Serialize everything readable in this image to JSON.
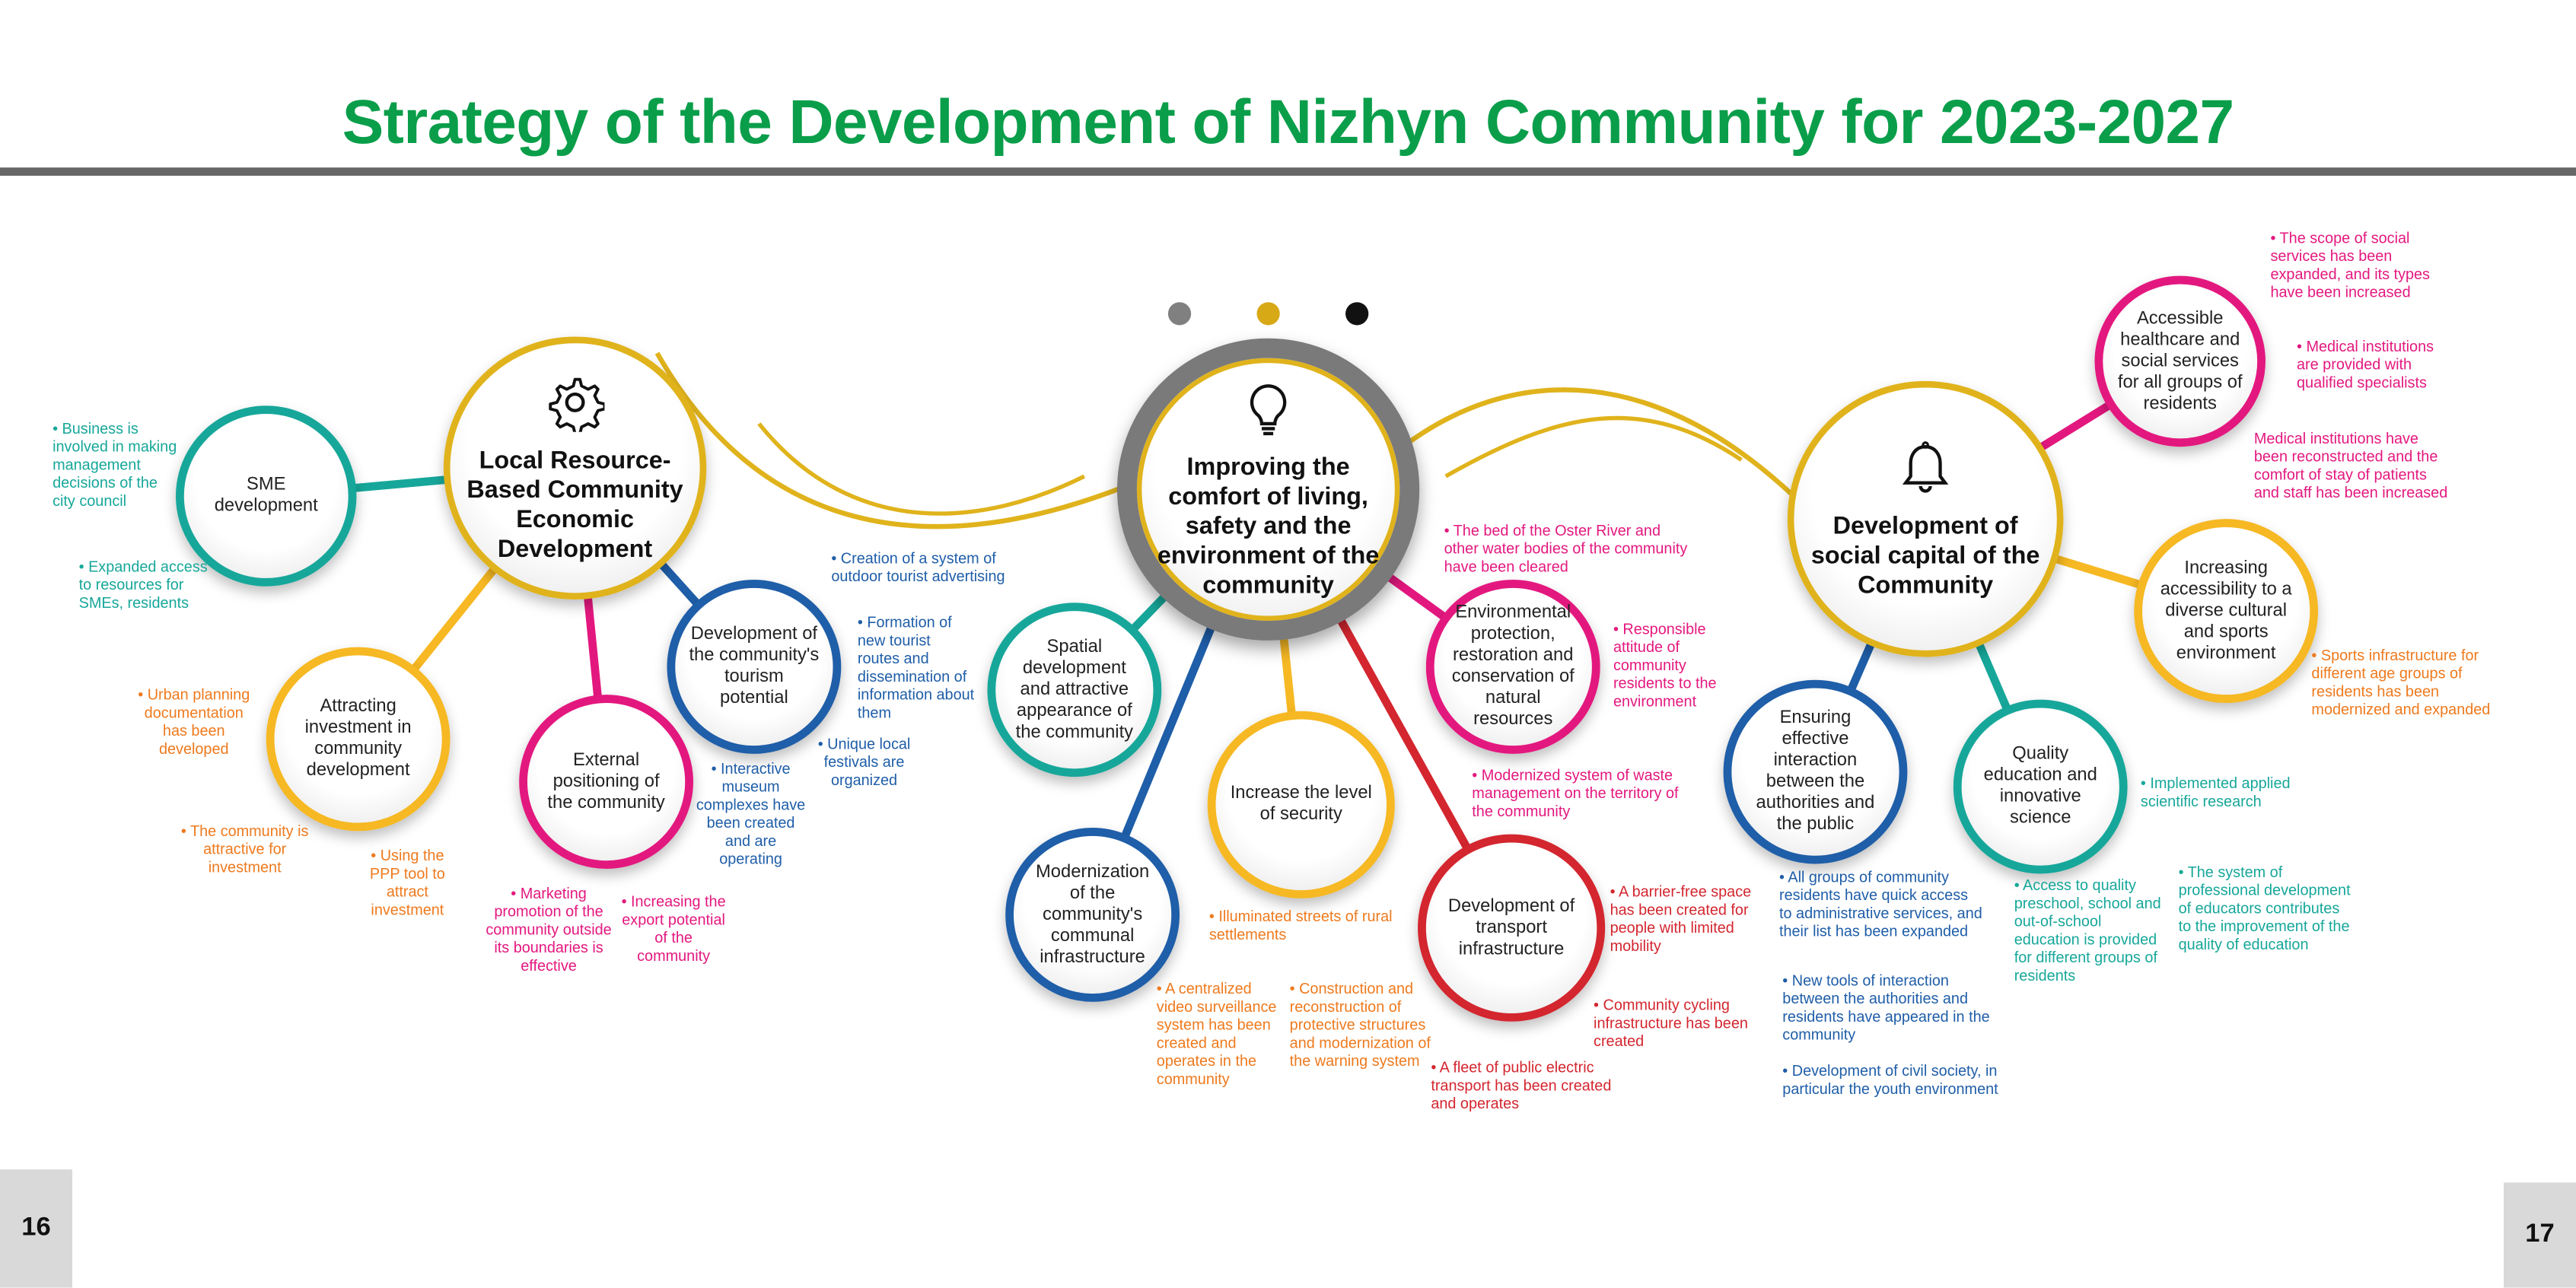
{
  "title": "Strategy of the Development of Nizhyn Community for 2023-2027",
  "page_numbers": {
    "left": "16",
    "right": "17"
  },
  "colors": {
    "teal": "#17a79a",
    "orange": "#ee7a1e",
    "pink": "#e3187f",
    "blue": "#1f5ea8",
    "red": "#d3262f",
    "gold": "#e0b31c",
    "yellow": "#f6b823",
    "green": "#0a9e4a"
  },
  "pillars": [
    {
      "id": "local",
      "icon": "gear-icon",
      "label": "Local Resource-Based Community Economic Development"
    },
    {
      "id": "comfort",
      "icon": "lightbulb-icon",
      "label": "Improving the comfort of living, safety and the environment of the community"
    },
    {
      "id": "social",
      "icon": "bell-icon",
      "label": "Development of social capital of the Community"
    }
  ],
  "goals": [
    {
      "id": "sme",
      "label": "SME development",
      "color": "teal"
    },
    {
      "id": "invest",
      "label": "Attracting investment in community development",
      "color": "yellow"
    },
    {
      "id": "external",
      "label": "External positioning of the community",
      "color": "pink"
    },
    {
      "id": "tourism",
      "label": "Development of the community's tourism potential",
      "color": "blue"
    },
    {
      "id": "spatial",
      "label": "Spatial development and attractive appearance of the community",
      "color": "teal"
    },
    {
      "id": "communal",
      "label": "Modernization of the community's communal infrastructure",
      "color": "blue"
    },
    {
      "id": "security",
      "label": "Increase the level of security",
      "color": "yellow"
    },
    {
      "id": "env",
      "label": "Environmental protection, restoration and conservation of natural resources",
      "color": "pink"
    },
    {
      "id": "transport",
      "label": "Development of transport infrastructure",
      "color": "red"
    },
    {
      "id": "health",
      "label": "Accessible healthcare and social services for all groups of residents",
      "color": "pink"
    },
    {
      "id": "culture",
      "label": "Increasing accessibility to a diverse cultural and sports environment",
      "color": "yellow"
    },
    {
      "id": "education",
      "label": "Quality education and innovative science",
      "color": "teal"
    },
    {
      "id": "interaction",
      "label": "Ensuring effective interaction between the authorities and the public",
      "color": "blue"
    }
  ],
  "notes": [
    {
      "text": "• Business is involved in making management decisions of the city council",
      "color": "teal"
    },
    {
      "text": "• Expanded access to resources for SMEs, residents",
      "color": "teal"
    },
    {
      "text": "• Urban planning documentation has been developed",
      "color": "orange"
    },
    {
      "text": "• The community is attractive for investment",
      "color": "orange"
    },
    {
      "text": "• Using the PPP tool to attract investment",
      "color": "orange"
    },
    {
      "text": "• Marketing promotion of the community outside its boundaries is effective",
      "color": "pink"
    },
    {
      "text": "• Increasing the export potential of the community",
      "color": "pink"
    },
    {
      "text": "• Interactive museum complexes have been created and are operating",
      "color": "blue"
    },
    {
      "text": "• Creation of a system of outdoor tourist advertising",
      "color": "blue"
    },
    {
      "text": "• Formation of new tourist routes and dissemination of information about them",
      "color": "blue"
    },
    {
      "text": "• Unique local festivals are organized",
      "color": "blue"
    },
    {
      "text": "• The bed of the Oster River and other water bodies of the community have been cleared",
      "color": "pink"
    },
    {
      "text": "• Responsible attitude of community residents to the environment",
      "color": "pink"
    },
    {
      "text": "• Modernized system of waste management on the territory of the community",
      "color": "pink"
    },
    {
      "text": "• Illuminated streets of rural settlements",
      "color": "orange"
    },
    {
      "text": "• A centralized video surveillance system has been created and operates in the community",
      "color": "orange"
    },
    {
      "text": "• Construction and reconstruction of protective structures and modernization of the warning system",
      "color": "orange"
    },
    {
      "text": "• A barrier-free space has been created for people with limited mobility",
      "color": "red"
    },
    {
      "text": "• Community cycling infrastructure has been created",
      "color": "red"
    },
    {
      "text": "• A fleet of public electric transport has been created and operates",
      "color": "red"
    },
    {
      "text": "• The scope of social services has been expanded, and its types have been increased",
      "color": "pink"
    },
    {
      "text": "• Medical institutions are provided with qualified specialists",
      "color": "pink"
    },
    {
      "text": "Medical institutions have been reconstructed and the comfort of stay of patients and staff has been increased",
      "color": "pink"
    },
    {
      "text": "• Sports infrastructure for different age groups of residents has been modernized and expanded",
      "color": "orange"
    },
    {
      "text": "• Implemented applied scientific research",
      "color": "teal"
    },
    {
      "text": "• The system of professional development of educators contributes to the improvement of the quality of education",
      "color": "teal"
    },
    {
      "text": "• Access to quality preschool, school and out-of-school education is provided for different groups of residents",
      "color": "teal"
    },
    {
      "text": "• All groups of community residents have quick access to administrative services, and their list has been expanded",
      "color": "blue"
    },
    {
      "text": "• New tools of interaction between the authorities and residents have appeared in the community",
      "color": "blue"
    },
    {
      "text": "• Development of civil society, in particular the youth environment",
      "color": "blue"
    }
  ]
}
